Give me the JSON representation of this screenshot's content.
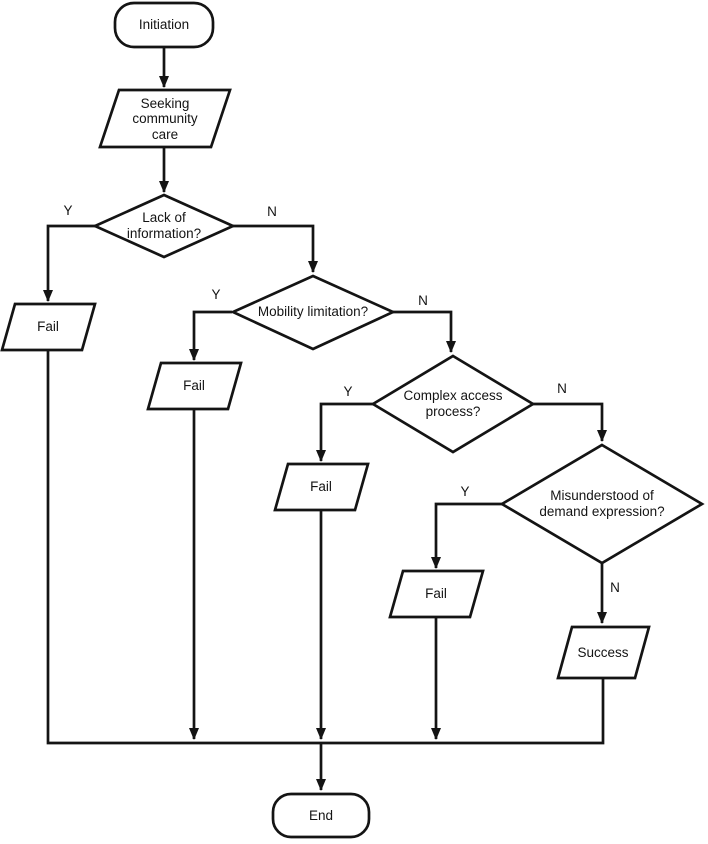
{
  "diagram": {
    "type": "flowchart",
    "background": "#ffffff",
    "line_color": "#141414",
    "nodes": [
      {
        "id": "initiation",
        "shape": "rounded-rect",
        "label": "Initiation"
      },
      {
        "id": "seeking",
        "shape": "parallelogram",
        "label": "Seeking\ncommunity\ncare"
      },
      {
        "id": "lack",
        "shape": "diamond",
        "label": "Lack of\ninformation?"
      },
      {
        "id": "fail-1",
        "shape": "parallelogram",
        "label": "Fail"
      },
      {
        "id": "mobility",
        "shape": "diamond",
        "label": "Mobility limitation?"
      },
      {
        "id": "fail-2",
        "shape": "parallelogram",
        "label": "Fail"
      },
      {
        "id": "complex",
        "shape": "diamond",
        "label": "Complex access\nprocess?"
      },
      {
        "id": "fail-3",
        "shape": "parallelogram",
        "label": "Fail"
      },
      {
        "id": "misunderstood",
        "shape": "diamond",
        "label": "Misunderstood of\ndemand expression?"
      },
      {
        "id": "fail-4",
        "shape": "parallelogram",
        "label": "Fail"
      },
      {
        "id": "success",
        "shape": "parallelogram",
        "label": "Success"
      },
      {
        "id": "end",
        "shape": "rounded-rect",
        "label": "End"
      }
    ],
    "edges": [
      {
        "from": "initiation",
        "to": "seeking",
        "label": ""
      },
      {
        "from": "seeking",
        "to": "lack",
        "label": ""
      },
      {
        "from": "lack",
        "to": "fail-1",
        "label": "Y"
      },
      {
        "from": "lack",
        "to": "mobility",
        "label": "N"
      },
      {
        "from": "mobility",
        "to": "fail-2",
        "label": "Y"
      },
      {
        "from": "mobility",
        "to": "complex",
        "label": "N"
      },
      {
        "from": "complex",
        "to": "fail-3",
        "label": "Y"
      },
      {
        "from": "complex",
        "to": "misunderstood",
        "label": "N"
      },
      {
        "from": "misunderstood",
        "to": "fail-4",
        "label": "Y"
      },
      {
        "from": "misunderstood",
        "to": "success",
        "label": "N"
      },
      {
        "from": "fail-1",
        "to": "end",
        "label": ""
      },
      {
        "from": "fail-2",
        "to": "end",
        "label": ""
      },
      {
        "from": "fail-3",
        "to": "end",
        "label": ""
      },
      {
        "from": "fail-4",
        "to": "end",
        "label": ""
      },
      {
        "from": "success",
        "to": "end",
        "label": ""
      }
    ]
  }
}
